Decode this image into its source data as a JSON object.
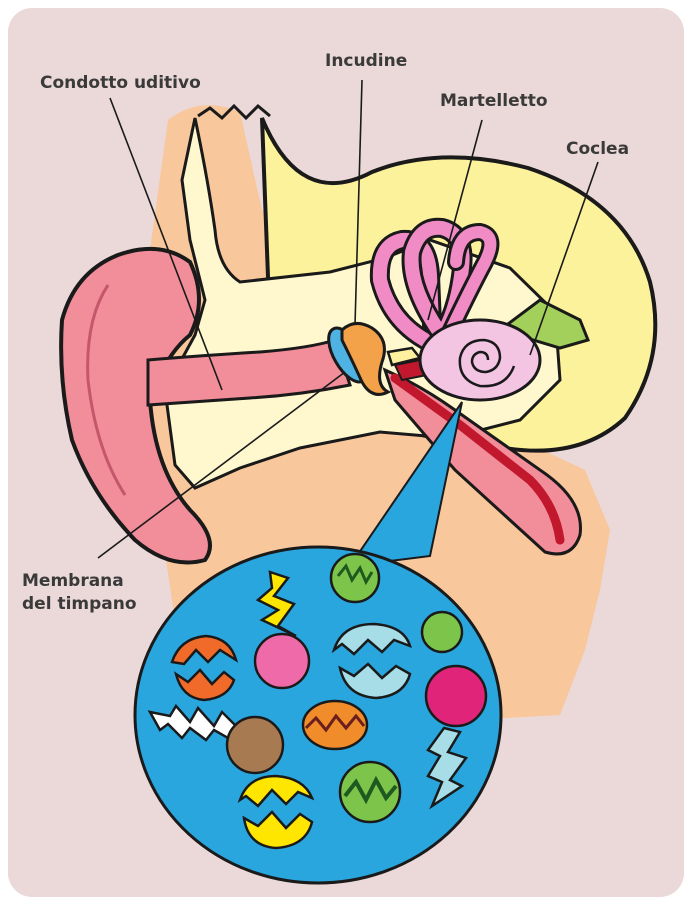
{
  "labels": {
    "ear_canal": "Condotto uditivo",
    "incus": "Incudine",
    "malleus": "Martelletto",
    "cochlea": "Coclea",
    "eardrum_line1": "Membrana",
    "eardrum_line2": "del timpano"
  },
  "colors": {
    "background": "#ebd8d8",
    "outer_ear": "#f28d9a",
    "skin": "#f9c79c",
    "cream_region": "#fff8cf",
    "yellow_region": "#fbf29b",
    "cochlea": "#f4c4e3",
    "semicircular_canals": "#f08bc6",
    "eardrum": "#4eb2e2",
    "ossicles": "#f4a24a",
    "nerve": "#a3d05a",
    "eustachian_tube": "#c2182e",
    "magnifier": "#2aa6df"
  }
}
